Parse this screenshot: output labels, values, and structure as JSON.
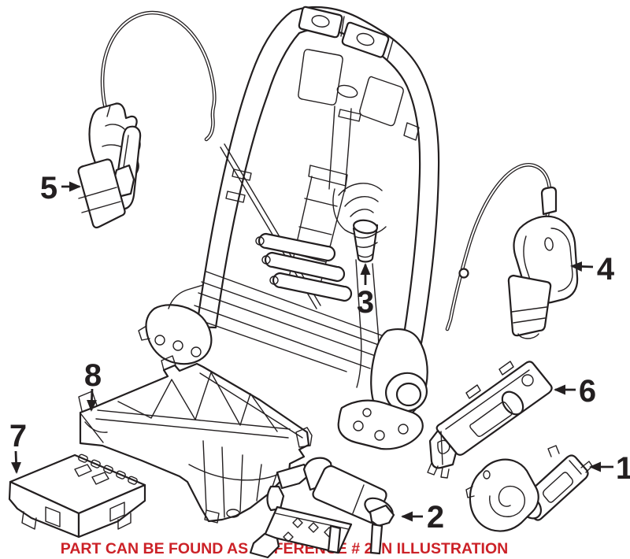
{
  "illustration": {
    "type": "parts-diagram",
    "background": "#ffffff",
    "line_color": "#231f20",
    "callouts": [
      {
        "number": "1"
      },
      {
        "number": "2"
      },
      {
        "number": "3"
      },
      {
        "number": "4"
      },
      {
        "number": "5"
      },
      {
        "number": "6"
      },
      {
        "number": "7"
      },
      {
        "number": "8"
      }
    ]
  },
  "caption": {
    "text": "PART CAN BE FOUND AS REFERENCE # 2 IN ILLUSTRATION",
    "color": "#cc2127"
  }
}
